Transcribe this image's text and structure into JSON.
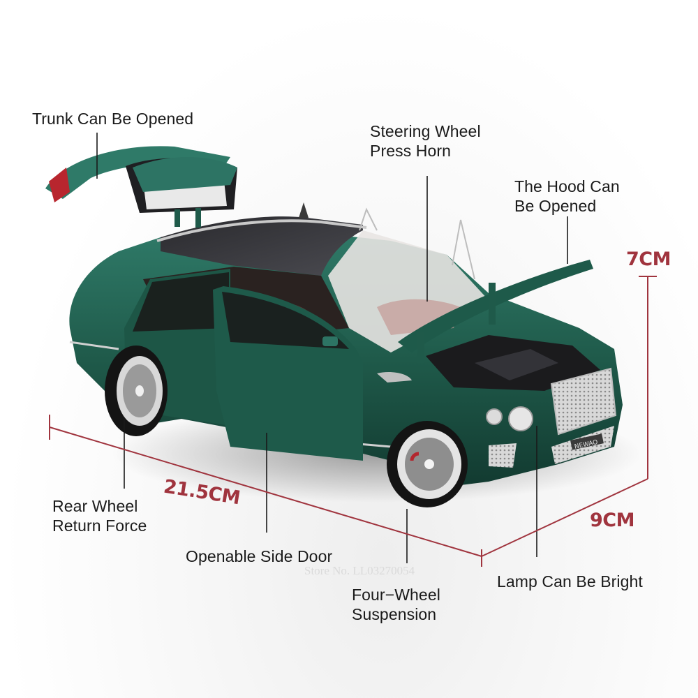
{
  "product": {
    "subject": "Green luxury SUV die-cast model car with doors, hood and trunk open",
    "body_color": "#1f5a4a",
    "accent_color": "#a0343e",
    "license_plate": "NEWAO"
  },
  "features": [
    {
      "id": "trunk",
      "label": "Trunk Can Be Opened"
    },
    {
      "id": "steering",
      "label": "Steering Wheel\nPress Horn",
      "line1": "Steering Wheel",
      "line2": "Press Horn"
    },
    {
      "id": "hood",
      "line1": "The Hood Can",
      "line2": "Be Opened"
    },
    {
      "id": "rear-wheel",
      "line1": "Rear Wheel",
      "line2": "Return Force"
    },
    {
      "id": "side-door",
      "label": "Openable Side Door"
    },
    {
      "id": "suspension",
      "line1": "Four−Wheel",
      "line2": "Suspension"
    },
    {
      "id": "lamp",
      "label": "Lamp Can Be Bright"
    }
  ],
  "dimensions": {
    "length": "21.5CM",
    "width": "9CM",
    "height": "7CM"
  },
  "watermark": "Store No. LL03270054"
}
